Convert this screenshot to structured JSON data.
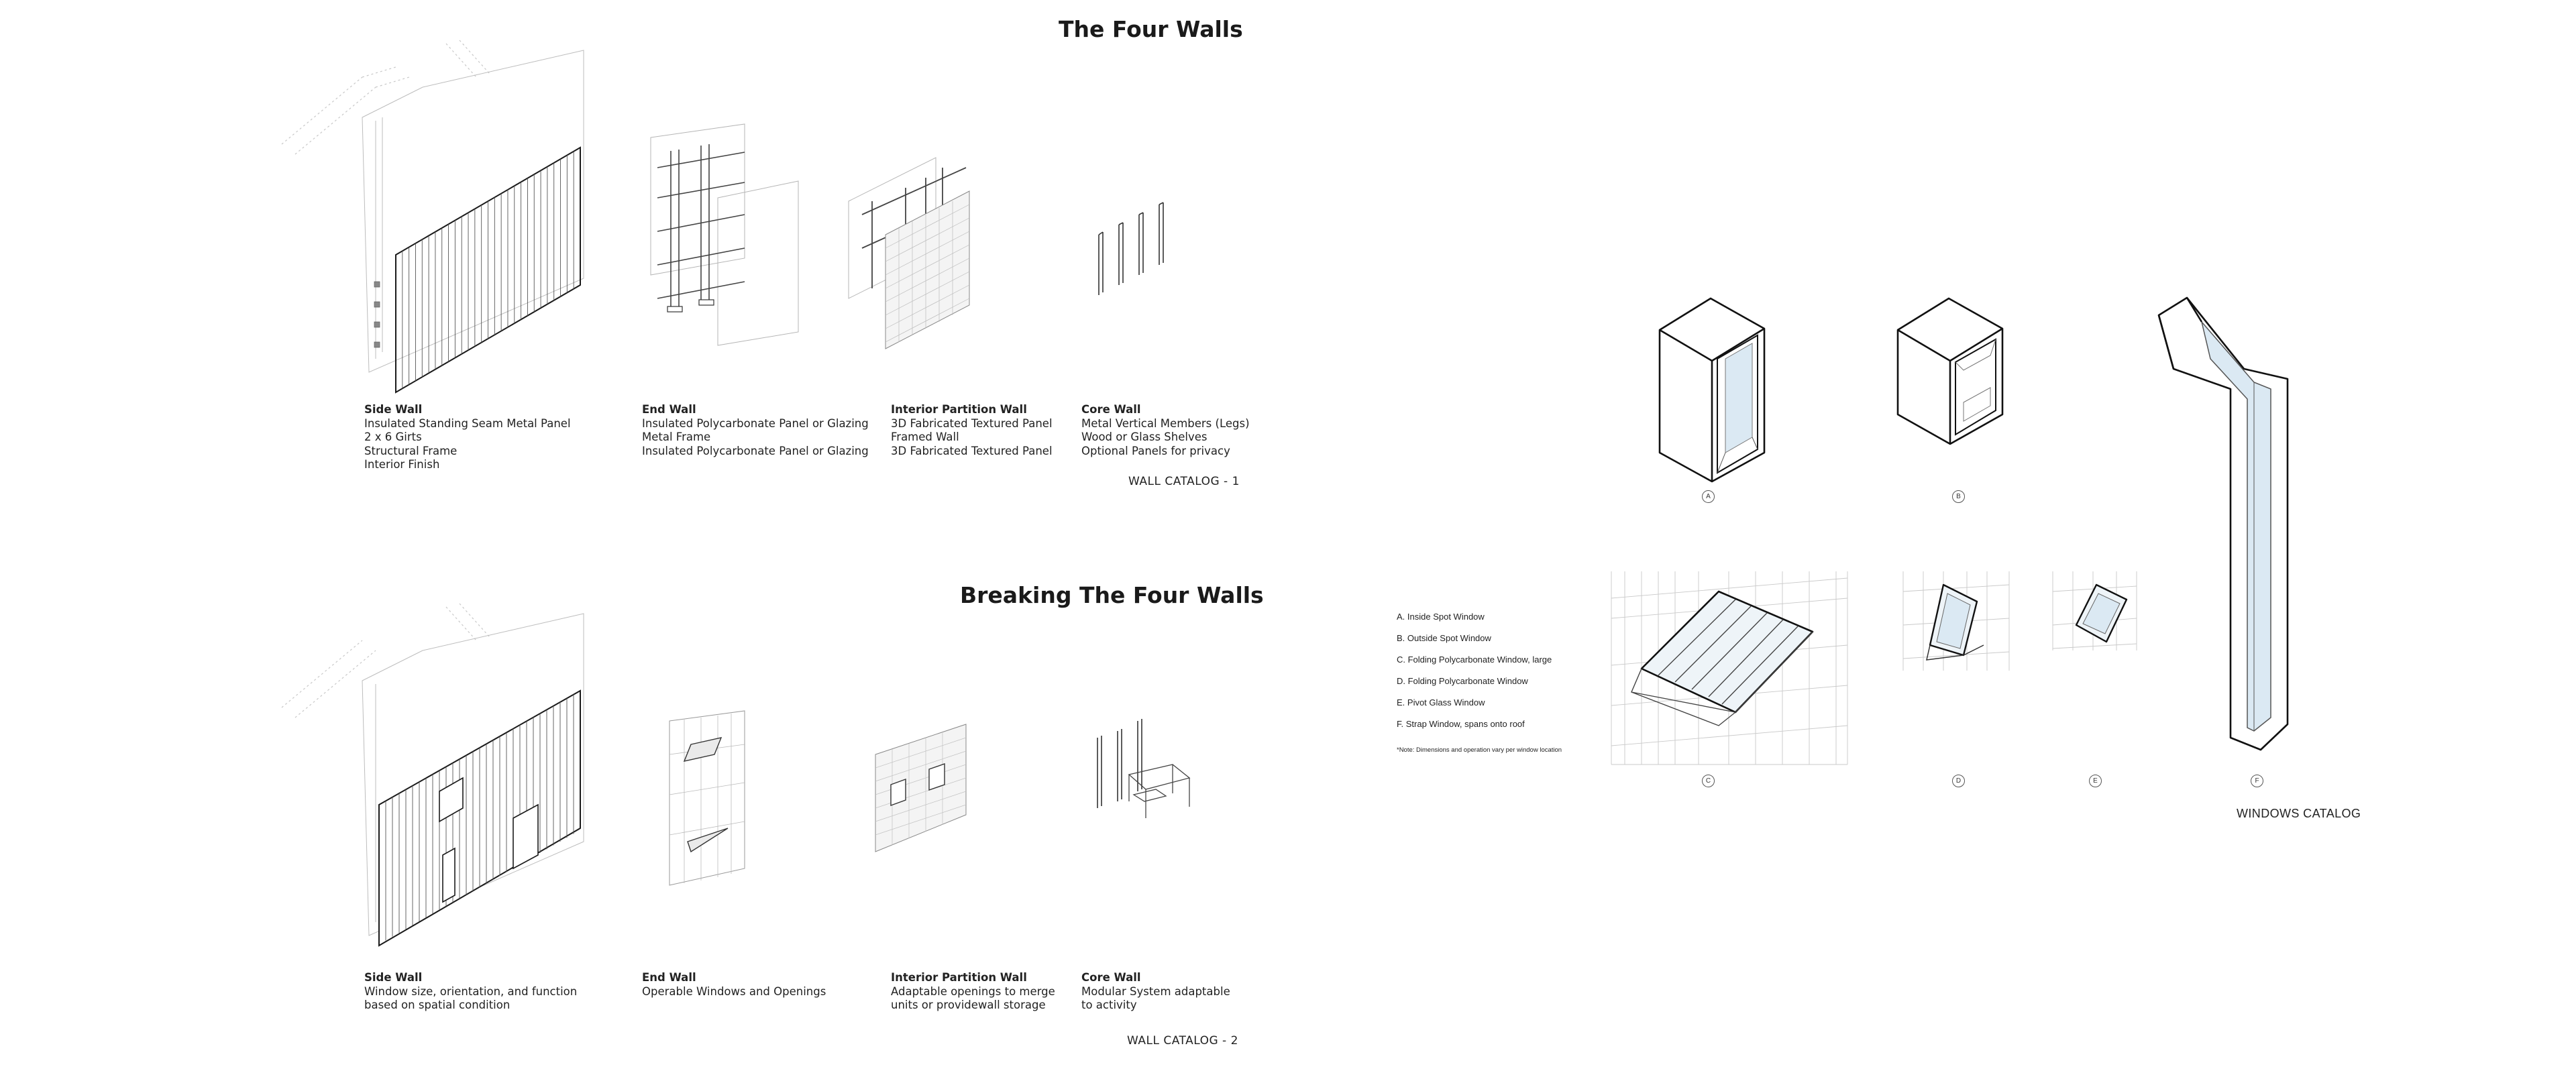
{
  "titles": {
    "four_walls": "The Four Walls",
    "breaking": "Breaking The Four Walls"
  },
  "catalog1": {
    "side_wall": {
      "title": "Side Wall",
      "lines": [
        "Insulated Standing Seam Metal Panel",
        "2 x 6 Girts",
        "Structural Frame",
        "Interior Finish"
      ]
    },
    "end_wall": {
      "title": "End Wall",
      "lines": [
        "Insulated Polycarbonate Panel or Glazing",
        "Metal Frame",
        "Insulated Polycarbonate Panel or Glazing"
      ]
    },
    "partition_wall": {
      "title": "Interior Partition Wall",
      "lines": [
        "3D Fabricated Textured Panel",
        "Framed Wall",
        "3D Fabricated Textured Panel"
      ]
    },
    "core_wall": {
      "title": "Core Wall",
      "lines": [
        "Metal Vertical Members (Legs)",
        "Wood or Glass Shelves",
        "Optional Panels for privacy"
      ]
    },
    "label": "WALL CATALOG - 1"
  },
  "catalog2": {
    "side_wall": {
      "title": "Side Wall",
      "lines": [
        "Window size, orientation, and function",
        "based on spatial condition"
      ]
    },
    "end_wall": {
      "title": "End Wall",
      "lines": [
        "Operable Windows and Openings"
      ]
    },
    "partition_wall": {
      "title": "Interior Partition Wall",
      "lines": [
        "Adaptable openings to merge",
        "units or providewall storage"
      ]
    },
    "core_wall": {
      "title": "Core Wall",
      "lines": [
        "Modular System adaptable",
        "to activity"
      ]
    },
    "label": "WALL CATALOG - 2"
  },
  "windows": {
    "legend": [
      "A.  Inside Spot Window",
      "B. Outside Spot Window",
      "C. Folding Polycarbonate Window, large",
      "D. Folding Polycarbonate Window",
      "E. Pivot Glass Window",
      "F. Strap Window, spans onto roof"
    ],
    "note": "*Note: Dimensions and operation vary per window location",
    "markers": [
      "A",
      "B",
      "C",
      "D",
      "E",
      "F"
    ],
    "label": "WINDOWS CATALOG"
  },
  "colors": {
    "line": "#1a1a1a",
    "light_line": "#9a9a9a",
    "glass": "#dbe9f3",
    "background": "#ffffff"
  }
}
